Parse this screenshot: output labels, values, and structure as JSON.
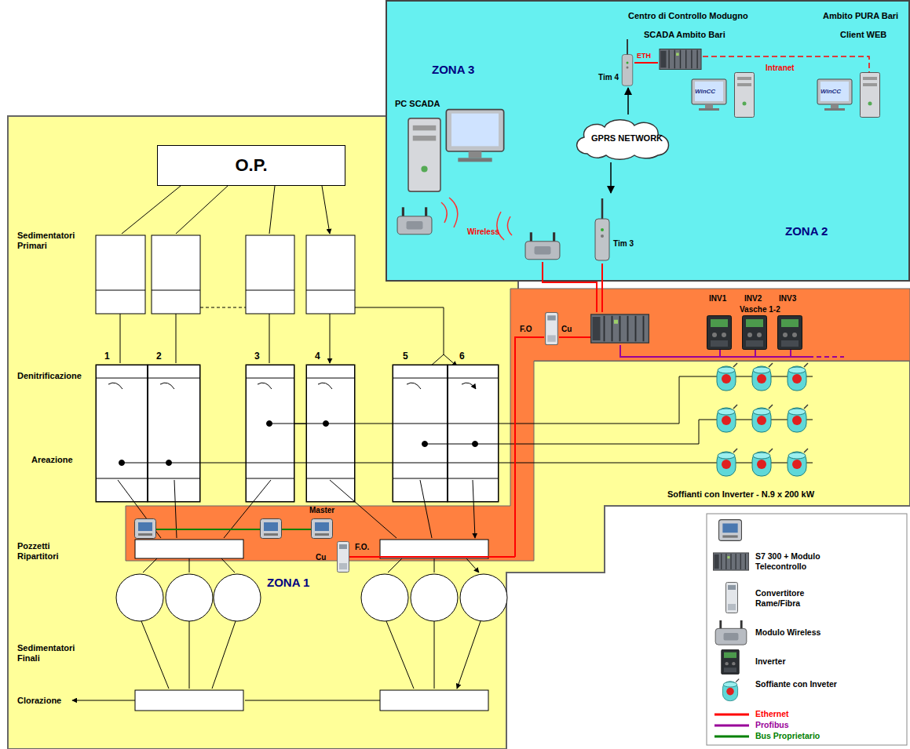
{
  "diagram": {
    "nodes": [
      {
        "text": [
          "ZONA 3",
          "ZONA 2"
        ]
      },
      {
        "text": [
          "GPRS NETWORK"
        ],
        "in": 0
      },
      {
        "text": [
          "ZONA 1"
        ]
      },
      {
        "text": [
          "O.P."
        ],
        "in": 2
      },
      {
        "text": [
          "1"
        ],
        "in": 2
      },
      {
        "text": [
          "2"
        ],
        "in": 2
      },
      {
        "text": [
          "3"
        ],
        "in": 2
      },
      {
        "text": [
          "4"
        ],
        "in": 2
      },
      {
        "text": [
          "5"
        ],
        "in": 2
      },
      {
        "text": [
          "6"
        ],
        "in": 2
      }
    ],
    "edges": [
      {
        "from": 6,
        "to": 7,
        "arrow": "none"
      }
    ],
    "labels": [
      "Centro di Controllo Modugno",
      "Ambito PURA Bari",
      "SCADA Ambito Bari",
      "Client WEB",
      "Tim 4",
      "ETH",
      "Intranet",
      "WinCC",
      "WinCC",
      "PC SCADA",
      "Wireless",
      "Tim 3",
      "INV1",
      "INV2",
      "INV3",
      "Vasche 1-2",
      "F.O",
      "Cu",
      "Sedimentatori Primari",
      "Denitrificazione",
      "Areazione",
      "Soffianti con Inverter - N.9 x 200 kW",
      "Master",
      "Cu",
      "F.O.",
      "Pozzetti Ripartitori",
      "Sedimentatori Finali",
      "Clorazione"
    ],
    "legend": [
      {
        "text": "S7 300 + Modulo Telecontrollo"
      },
      {
        "text": "Convertitore Rame/Fibra"
      },
      {
        "text": "Modulo Wireless"
      },
      {
        "text": "Inverter"
      },
      {
        "text": "Soffiante con Inveter"
      },
      {
        "text": "Ethernet",
        "color": "#ff0000"
      },
      {
        "text": "Profibus",
        "color": "#990099"
      },
      {
        "text": "Bus Proprietario",
        "color": "#008000"
      }
    ]
  }
}
